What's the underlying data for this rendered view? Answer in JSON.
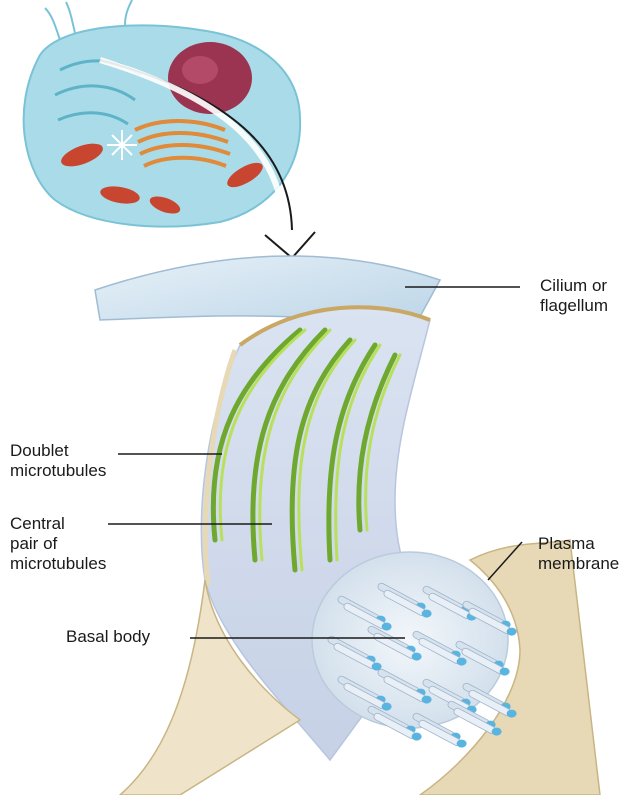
{
  "labels": {
    "cilium": [
      "Cilium or",
      "flagellum"
    ],
    "doublet": [
      "Doublet",
      "microtubules"
    ],
    "central": [
      "Central",
      "pair of",
      "microtubules"
    ],
    "plasma": [
      "Plasma",
      "membrane"
    ],
    "basal": "Basal body"
  },
  "colors": {
    "cytoplasm": "#a9dce8",
    "organelle_red": "#c8462f",
    "organelle_orange": "#e08a3a",
    "nucleus": "#9b3450",
    "shaft": "#cfe2ef",
    "microtubule": "#8cc63f",
    "basal_tubule": "#5ab4e0",
    "tan": "#e7d9b6"
  }
}
